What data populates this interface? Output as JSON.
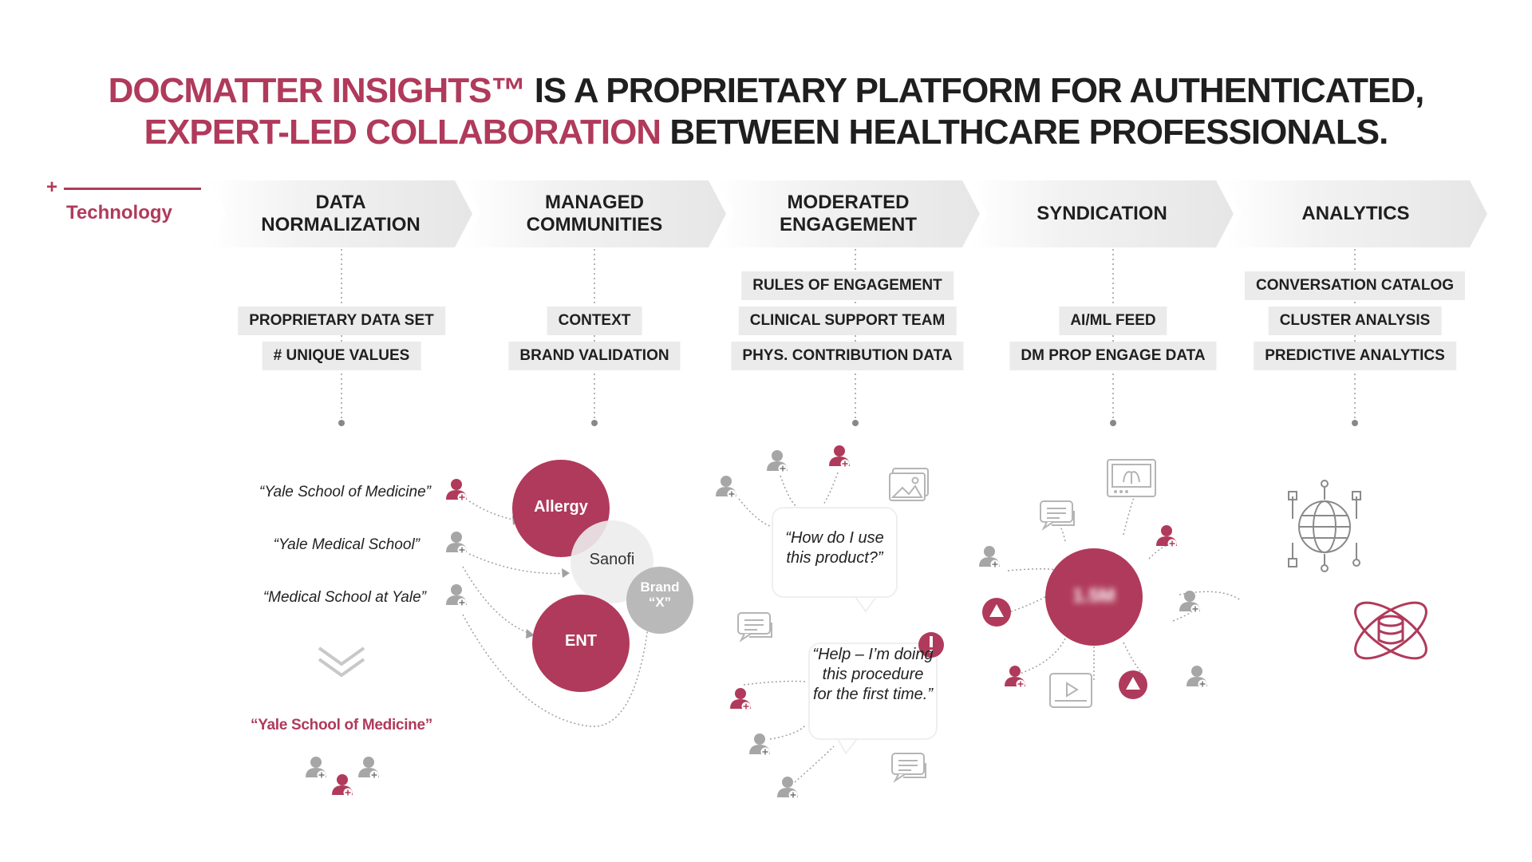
{
  "title": {
    "line1_accent": "DOCMATTER INSIGHTS™",
    "line1_rest": " IS A PROPRIETARY PLATFORM FOR AUTHENTICATED,",
    "line2_accent": "EXPERT-LED COLLABORATION",
    "line2_rest": " BETWEEN HEALTHCARE PROFESSIONALS."
  },
  "technology_label": "Technology",
  "stages": [
    {
      "label": "DATA NORMALIZATION",
      "items": [
        "PROPRIETARY DATA SET",
        "# UNIQUE VALUES"
      ]
    },
    {
      "label": "MANAGED COMMUNITIES",
      "items": [
        "CONTEXT",
        "BRAND VALIDATION"
      ]
    },
    {
      "label": "MODERATED ENGAGEMENT",
      "items": [
        "RULES OF ENGAGEMENT",
        "CLINICAL SUPPORT TEAM",
        "PHYS. CONTRIBUTION DATA"
      ]
    },
    {
      "label": "SYNDICATION",
      "items": [
        "AI/ML FEED",
        "DM PROP ENGAGE DATA"
      ]
    },
    {
      "label": "ANALYTICS",
      "items": [
        "CONVERSATION CATALOG",
        "CLUSTER ANALYSIS",
        "PREDICTIVE ANALYTICS"
      ]
    }
  ],
  "normalization": {
    "variants": [
      "“Yale School of Medicine”",
      "“Yale Medical School”",
      "“Medical School at Yale”"
    ],
    "result": "“Yale School of Medicine”"
  },
  "communities": {
    "allergy": "Allergy",
    "sanofi": "Sanofi",
    "brand": "Brand “X”",
    "ent": "ENT"
  },
  "engagement": {
    "question1": "“How do I use this product?”",
    "question2": "“Help – I’m doing this procedure for the first time.”"
  },
  "syndication": {
    "center_value": "1.5M"
  },
  "colors": {
    "accent": "#b03a5b",
    "grey_icon": "#a6a6a6",
    "pill_bg": "#ebebeb"
  }
}
